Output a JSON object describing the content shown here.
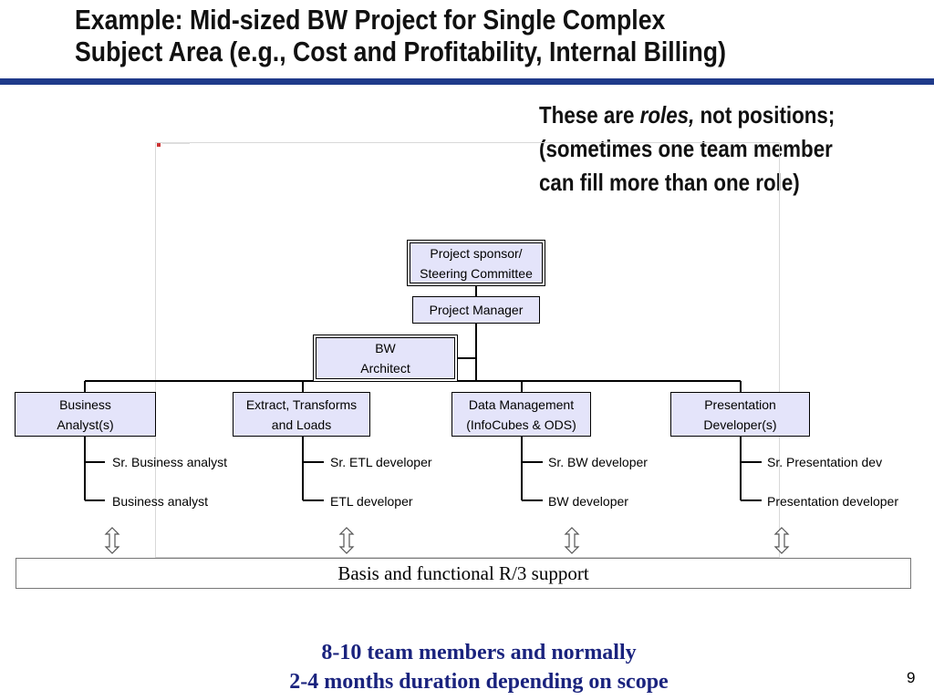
{
  "slide": {
    "title_line1": "Example: Mid-sized BW Project for Single Complex",
    "title_line2": "Subject Area (e.g., Cost and Profitability, Internal Billing)",
    "note_part1": "These are ",
    "note_emphasis": "roles,",
    "note_part2": " not positions;",
    "note_line2": "(sometimes one team member",
    "note_line3": "can fill more than one role)",
    "page_number": "9"
  },
  "org": {
    "sponsor": [
      "Project sponsor/",
      "Steering Committee"
    ],
    "manager": "Project Manager",
    "architect": [
      "BW",
      "Architect"
    ],
    "teams": [
      {
        "title": [
          "Business",
          "Analyst(s)"
        ],
        "roles": [
          "Sr. Business analyst",
          "Business analyst"
        ]
      },
      {
        "title": [
          "Extract, Transforms",
          "and Loads"
        ],
        "roles": [
          "Sr. ETL developer",
          "ETL developer"
        ]
      },
      {
        "title": [
          "Data Management",
          "(InfoCubes & ODS)"
        ],
        "roles": [
          "Sr. BW developer",
          "BW developer"
        ]
      },
      {
        "title": [
          "Presentation",
          "Developer(s)"
        ],
        "roles": [
          "Sr. Presentation dev",
          "Presentation developer"
        ]
      }
    ]
  },
  "support_label": "Basis and functional R/3 support",
  "footer": {
    "line1": "8-10 team members and normally",
    "line2": "2-4 months duration depending on scope"
  },
  "colors": {
    "box_fill": "#e4e4fa",
    "rule": "#1f3a8a",
    "footer_text": "#1a237e"
  }
}
